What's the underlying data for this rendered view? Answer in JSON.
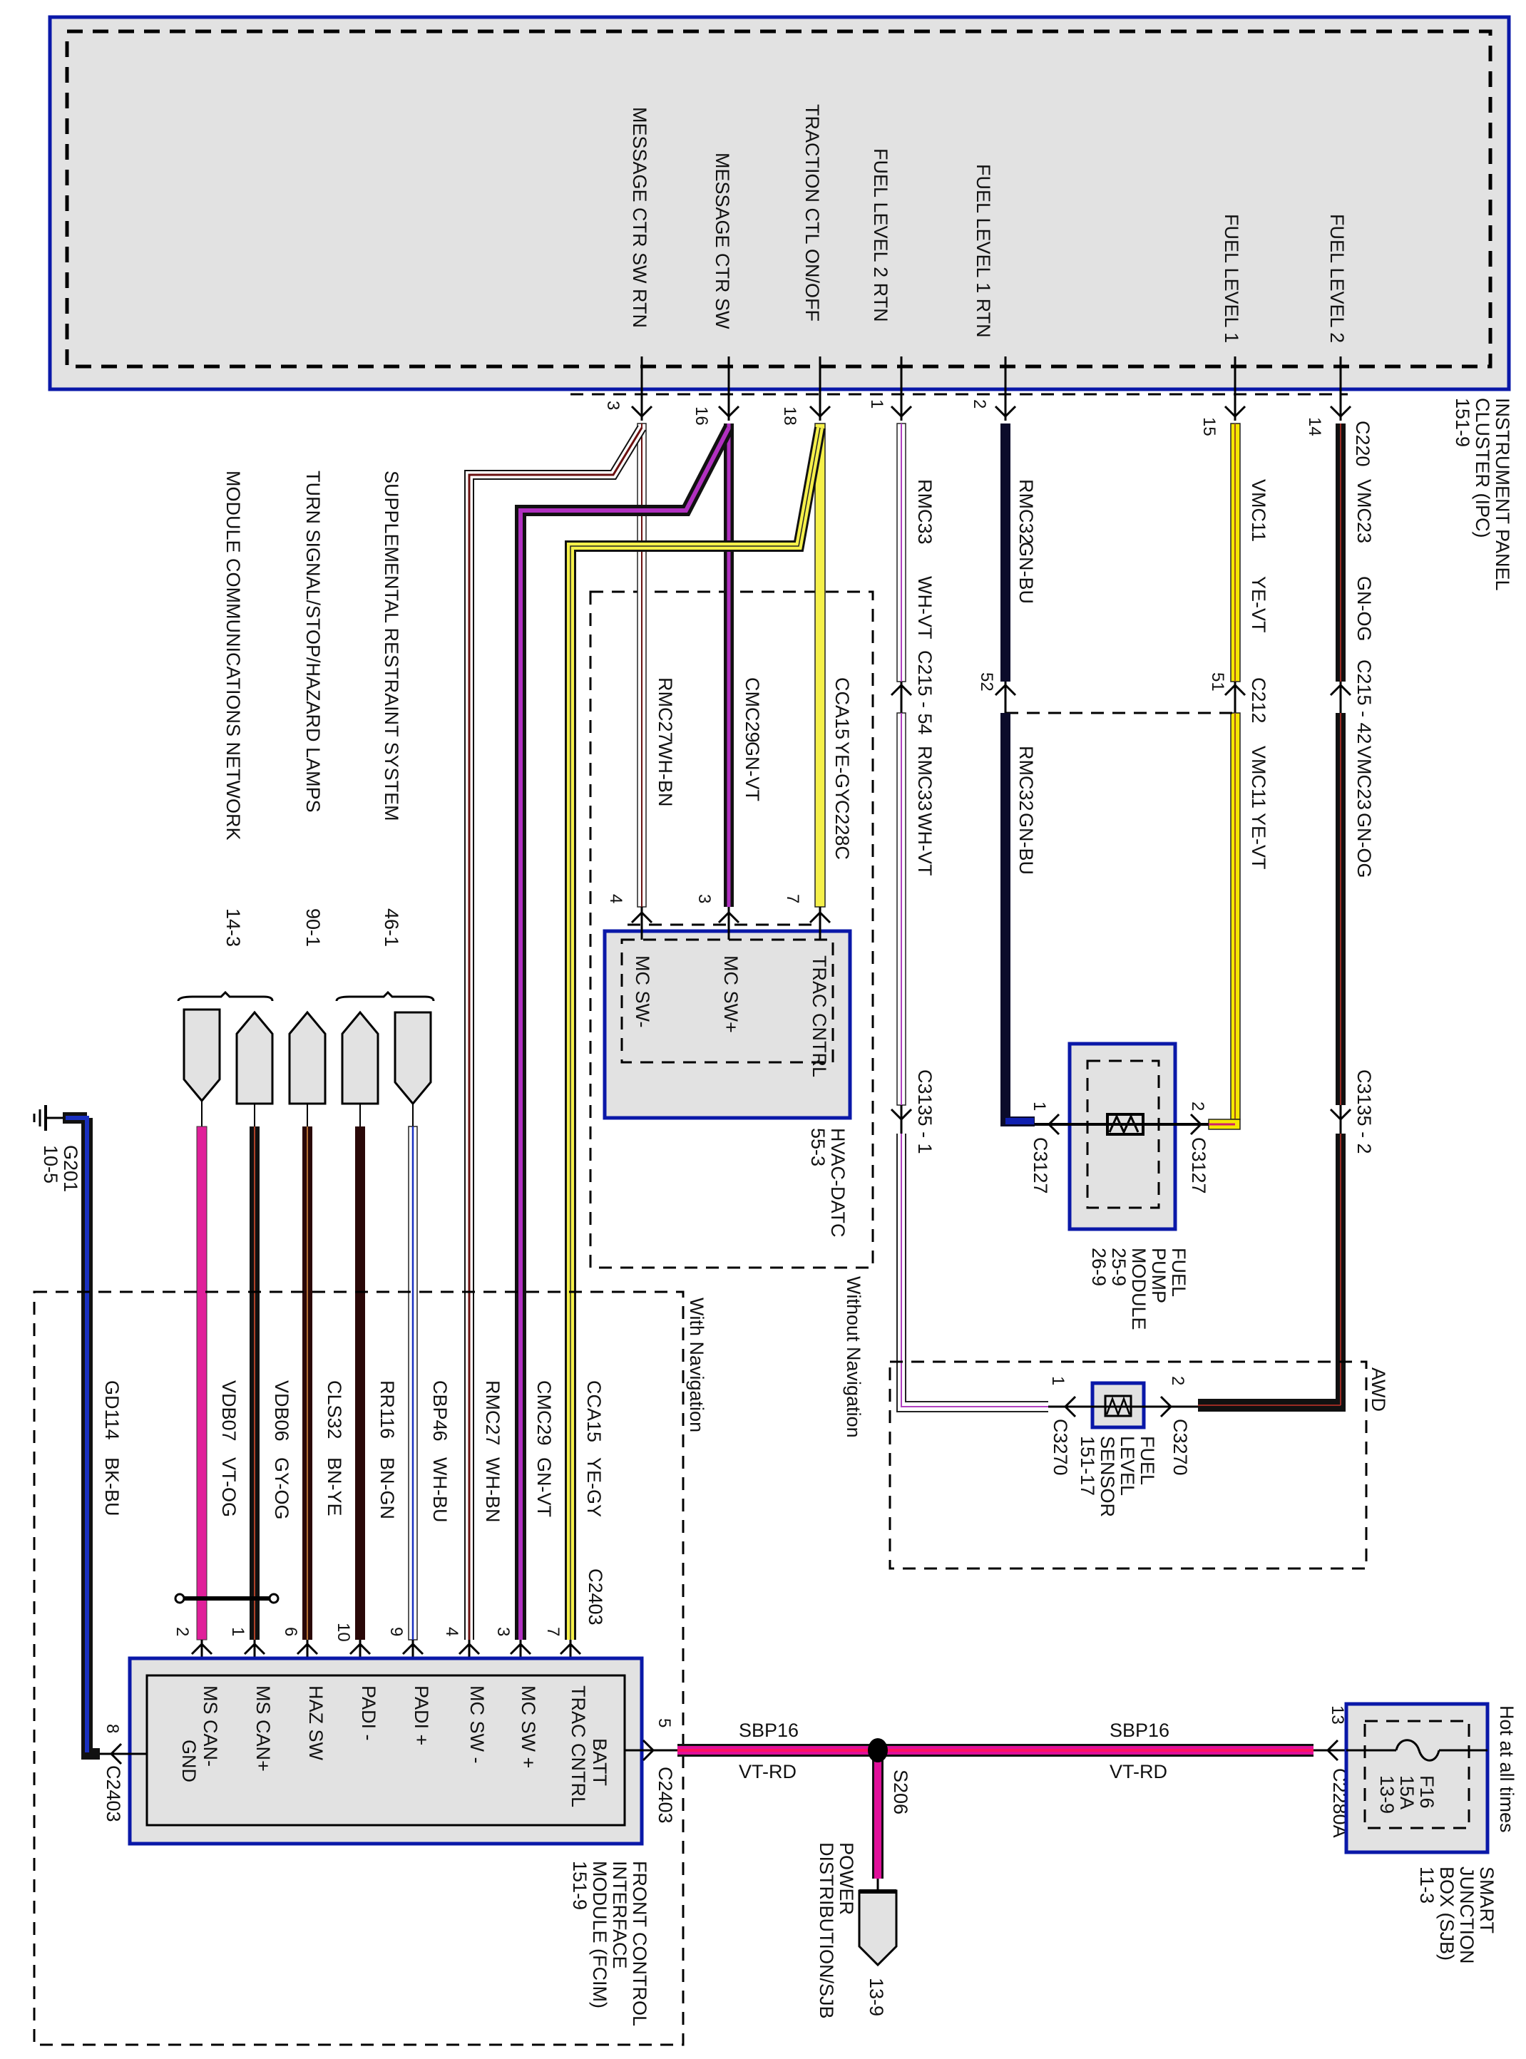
{
  "ipc": {
    "title": [
      "INSTRUMENT PANEL",
      "CLUSTER (IPC)",
      "151-9"
    ],
    "connector": "C220",
    "pins": [
      {
        "label": "FUEL LEVEL 2",
        "pin": "14"
      },
      {
        "label": "FUEL LEVEL 1",
        "pin": "15"
      },
      {
        "label": "FUEL LEVEL 1 RTN",
        "pin": "2"
      },
      {
        "label": "FUEL LEVEL 2 RTN",
        "pin": "1"
      },
      {
        "label": "TRACTION CTL ON/OFF",
        "pin": "18"
      },
      {
        "label": "MESSAGE CTR SW",
        "pin": "16"
      },
      {
        "label": "MESSAGE CTR SW RTN",
        "pin": "3"
      }
    ]
  },
  "wires": {
    "vmc23": {
      "circuit": "VMC23",
      "color": "GN-OG"
    },
    "vmc11": {
      "circuit": "VMC11",
      "color": "YE-VT"
    },
    "rmc32": {
      "circuit": "RMC32",
      "color": "GN-BU"
    },
    "rmc33": {
      "circuit": "RMC33",
      "color": "WH-VT"
    },
    "cca15": {
      "circuit": "CCA15",
      "color": "YE-GY"
    },
    "cmc29": {
      "circuit": "CMC29",
      "color": "GN-VT"
    },
    "rmc27": {
      "circuit": "RMC27",
      "color": "WH-BN"
    },
    "cbp46": {
      "circuit": "CBP46",
      "color": "WH-BU"
    },
    "rr116": {
      "circuit": "RR116",
      "color": "BN-GN"
    },
    "cls32": {
      "circuit": "CLS32",
      "color": "BN-YE"
    },
    "vdb06": {
      "circuit": "VDB06",
      "color": "GY-OG"
    },
    "vdb07": {
      "circuit": "VDB07",
      "color": "VT-OG"
    },
    "gd114": {
      "circuit": "GD114",
      "color": "BK-BU"
    },
    "sbp16": {
      "circuit": "SBP16",
      "color": "VT-RD"
    }
  },
  "connectors": {
    "c215_42": "C215 - 42",
    "c215_54": "C215 - 54",
    "c212": "C212",
    "c212_pin51": "51",
    "c212_pin52": "52",
    "c3135_2": "C3135 - 2",
    "c3135_1": "C3135 - 1",
    "c3127": "C3127",
    "c3270": "C3270",
    "c228c": "C228C",
    "c2403": "C2403",
    "c2280a": "C2280A",
    "s206": "S206"
  },
  "fuel_pump_module": {
    "title": [
      "FUEL",
      "PUMP",
      "MODULE",
      "25-9",
      "26-9"
    ],
    "pin1": "1",
    "pin2": "2"
  },
  "fuel_level_sensor": {
    "title": [
      "FUEL",
      "LEVEL",
      "SENSOR",
      "151-17"
    ],
    "pin1": "1",
    "pin2": "2",
    "option": "AWD"
  },
  "hvac": {
    "title": [
      "HVAC-DATC",
      "55-3"
    ],
    "option": "Without Navigation",
    "pins": [
      {
        "label": "TRAC CNTRL",
        "pin": "7"
      },
      {
        "label": "MC SW+",
        "pin": "3"
      },
      {
        "label": "MC SW-",
        "pin": "4"
      }
    ]
  },
  "fcim": {
    "title": [
      "FRONT CONTROL",
      "INTERFACE",
      "MODULE (FCIM)",
      "151-9"
    ],
    "option": "With Navigation",
    "batt_label": "BATT",
    "batt_pin": "5",
    "gnd_label": "GND",
    "gnd_pin": "8",
    "pins": [
      {
        "label": "TRAC CNTRL",
        "pin": "7"
      },
      {
        "label": "MC SW +",
        "pin": "3"
      },
      {
        "label": "MC SW -",
        "pin": "4"
      },
      {
        "label": "PADI +",
        "pin": "9"
      },
      {
        "label": "PADI -",
        "pin": "10"
      },
      {
        "label": "HAZ SW",
        "pin": "6"
      },
      {
        "label": "MS CAN+",
        "pin": "1"
      },
      {
        "label": "MS CAN-",
        "pin": "2"
      }
    ]
  },
  "refs": {
    "srs": {
      "label": "SUPPLEMENTAL RESTRAINT SYSTEM",
      "page": "46-1"
    },
    "turn": {
      "label": "TURN SIGNAL/STOP/HAZARD LAMPS",
      "page": "90-1"
    },
    "mcn": {
      "label": "MODULE COMMUNICATIONS NETWORK",
      "page": "14-3"
    }
  },
  "ground": {
    "name": "G201",
    "page": "10-5"
  },
  "sjb": {
    "title": [
      "SMART",
      "JUNCTION",
      "BOX (SJB)",
      "11-3"
    ],
    "hot": "Hot at all times",
    "fuse": [
      "F16",
      "15A",
      "13-9"
    ],
    "pin": "13"
  },
  "power_dist": {
    "title": [
      "POWER",
      "DISTRIBUTION/SJB"
    ],
    "page": "13-9"
  }
}
